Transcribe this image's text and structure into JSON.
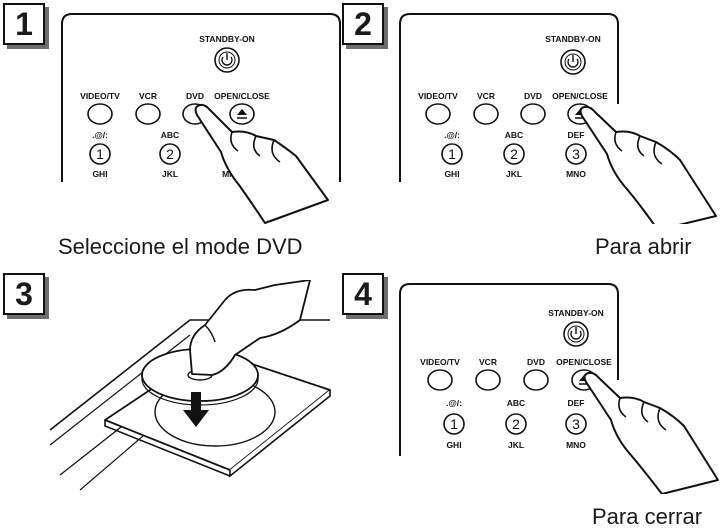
{
  "steps": [
    {
      "number": "1",
      "caption": "Seleccione el mode DVD"
    },
    {
      "number": "2",
      "caption": "Para abrir"
    },
    {
      "number": "3",
      "caption": ""
    },
    {
      "number": "4",
      "caption": "Para cerrar"
    }
  ],
  "remote": {
    "standby_label": "STANDBY-ON",
    "video_tv_label": "VIDEO/TV",
    "vcr_label": "VCR",
    "dvd_label": "DVD",
    "open_close_label": "OPEN/CLOSE",
    "key1_top": ".@/:",
    "key1": "1",
    "key1_bottom": "GHI",
    "key2_top": "ABC",
    "key2": "2",
    "key2_bottom": "JKL",
    "key3_top": "DEF",
    "key3": "3",
    "key3_bottom": "MNO"
  },
  "icons": {
    "power": "power-icon",
    "eject": "eject-icon",
    "hand": "pointing-hand-icon",
    "arrow": "arrow-down-icon"
  }
}
